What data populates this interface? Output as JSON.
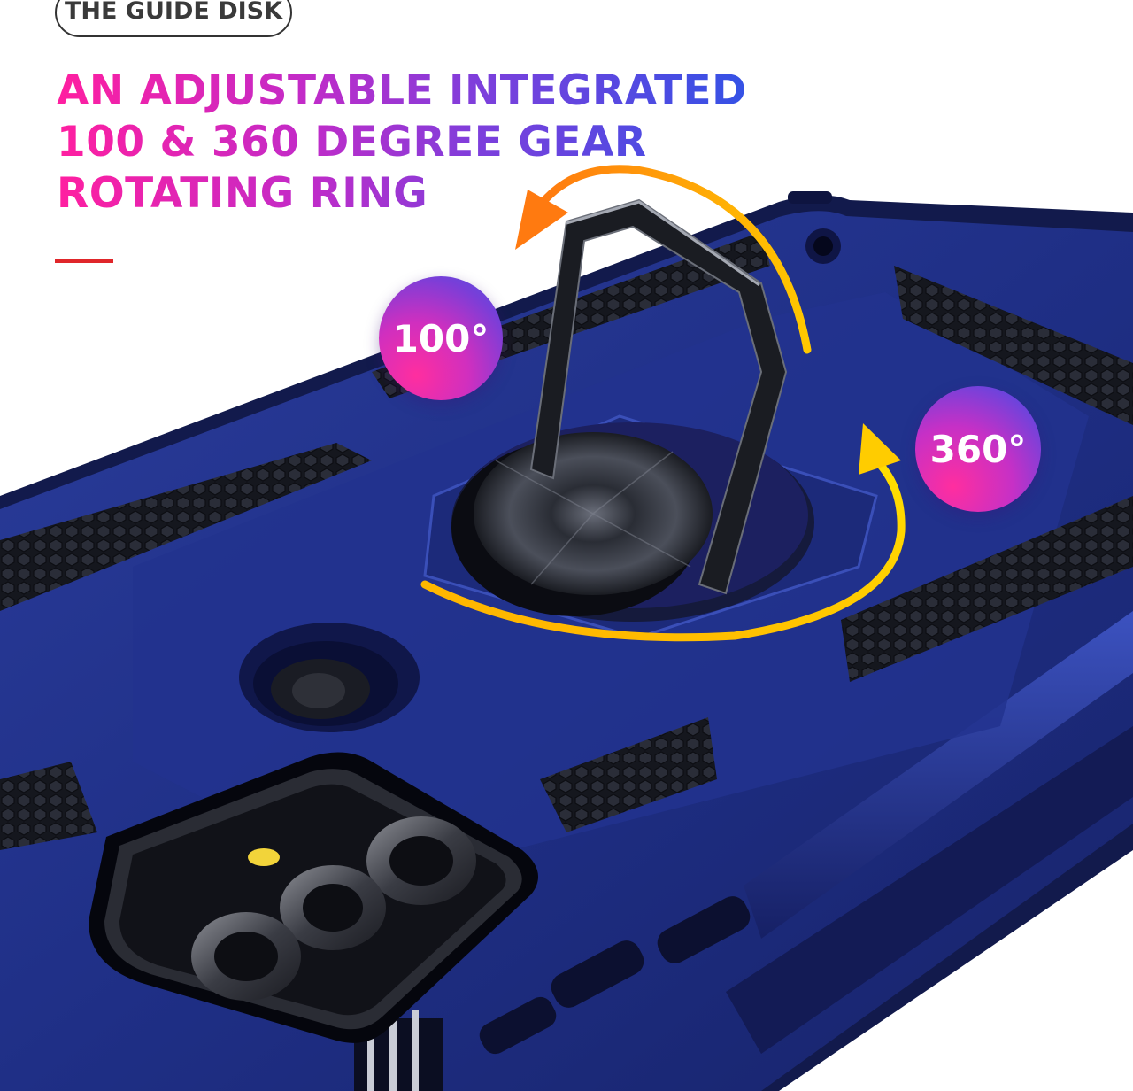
{
  "tag": {
    "label": "THE GUIDE DISK"
  },
  "headline": {
    "lines": [
      "AN ADJUSTABLE INTEGRATED",
      "100 & 360 DEGREE GEAR",
      "ROTATING RING"
    ]
  },
  "badges": {
    "tilt": "100°",
    "rotate": "360°"
  },
  "colors": {
    "case_blue": "#1f2f86",
    "case_dark": "#121a4c",
    "grip_black": "#1b1d26",
    "ring_black": "#1a1c22",
    "arrow_orange": "#ff7a10",
    "arrow_yellow": "#ffd400",
    "accent_red": "#e0262a"
  },
  "icons": {
    "rotate_arrow": "curved-arrow-icon",
    "tilt_arrow": "curved-arrow-icon"
  }
}
